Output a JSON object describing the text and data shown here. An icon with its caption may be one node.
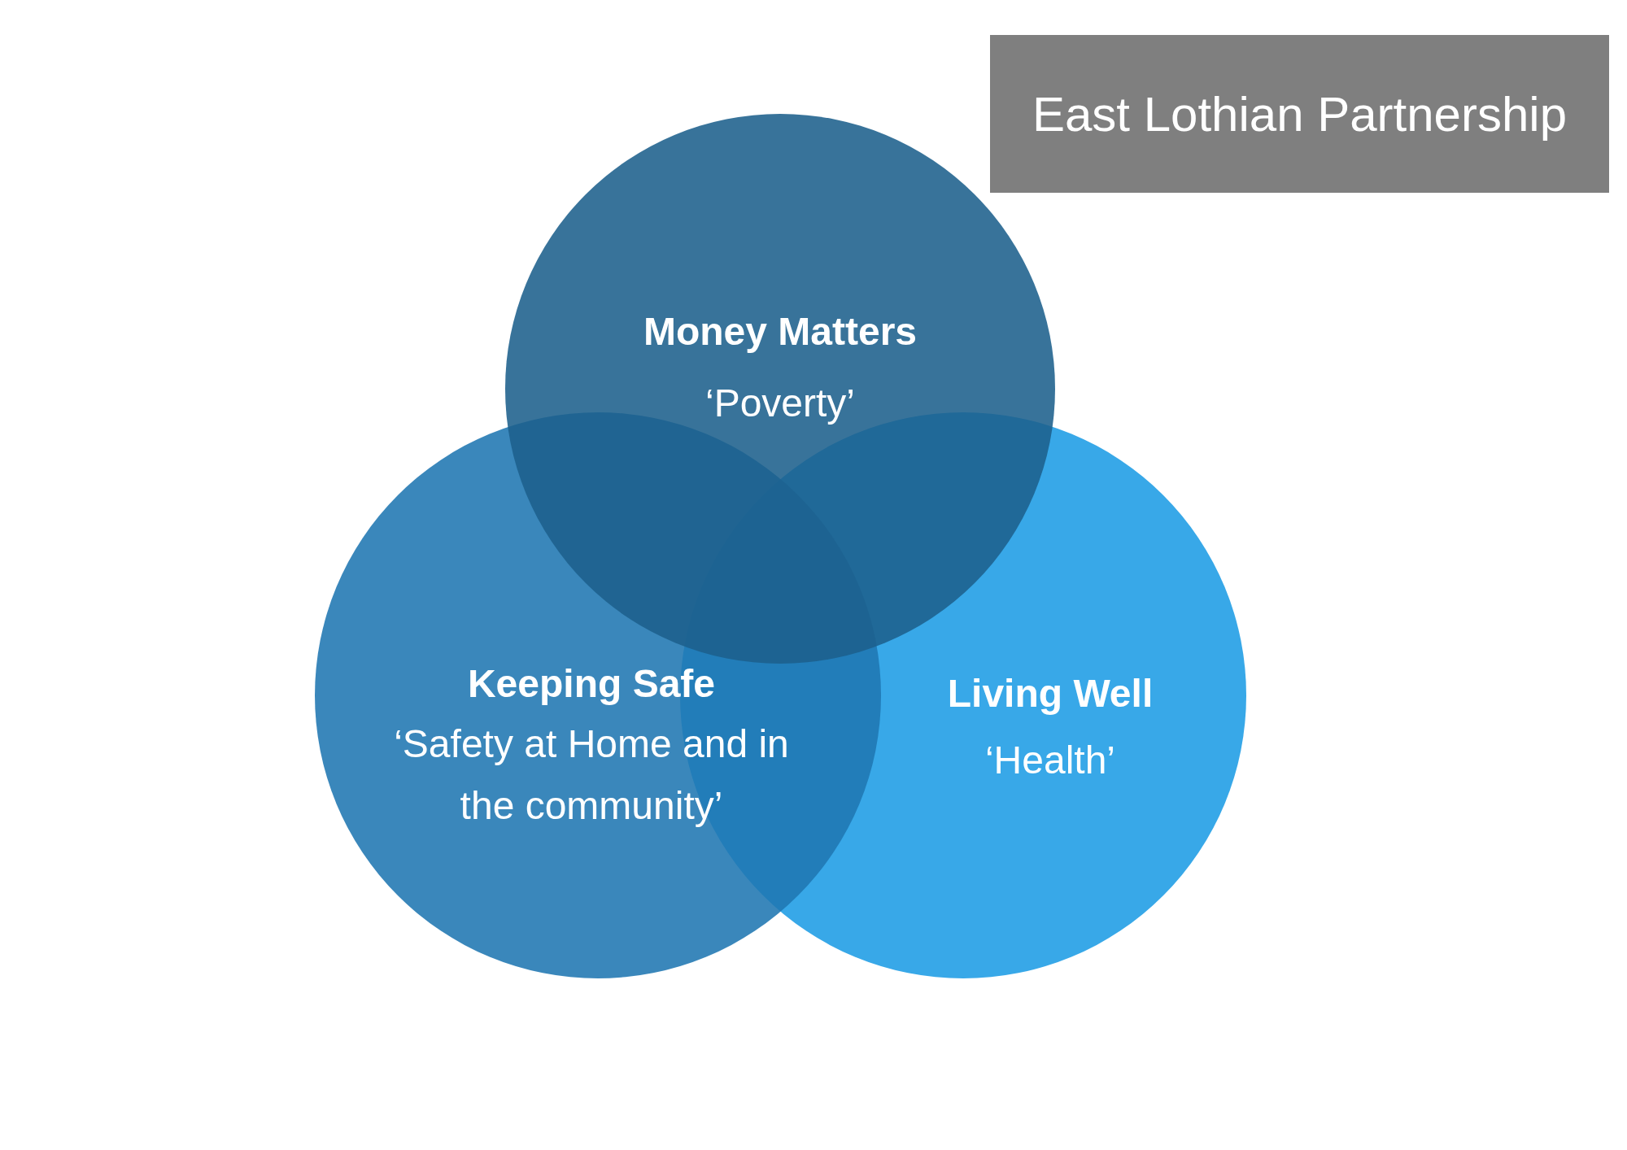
{
  "diagram": {
    "nodes": [
      {
        "text": [
          "East Lothian Partnership"
        ]
      },
      {
        "text": [
          "**Money Matter**s",
          "‘Poverty’"
        ]
      },
      {
        "text": [
          "Keeping Safe",
          "‘Safety at Home and in the community’"
        ]
      },
      {
        "text": [
          "Living Well",
          "‘Health’"
        ]
      }
    ]
  }
}
